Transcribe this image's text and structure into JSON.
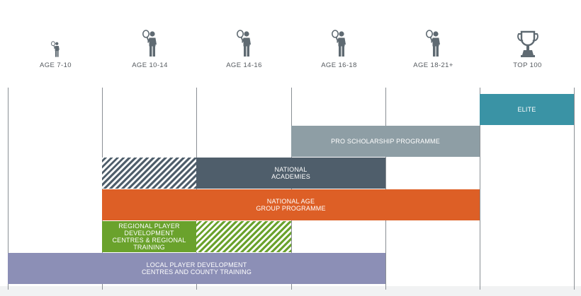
{
  "stages": [
    {
      "label": "AGE 7-10",
      "icon": "player-small-icon"
    },
    {
      "label": "AGE 10-14",
      "icon": "player-racket-icon"
    },
    {
      "label": "AGE 14-16",
      "icon": "player-racket-icon"
    },
    {
      "label": "AGE 16-18",
      "icon": "player-racket-icon"
    },
    {
      "label": "AGE 18-21+",
      "icon": "player-racket-icon"
    },
    {
      "label": "TOP 100",
      "icon": "trophy-icon"
    }
  ],
  "programmes": [
    {
      "label": "ELITE",
      "start": 5,
      "end": 6,
      "color": "#3a93a5"
    },
    {
      "label": "PRO SCHOLARSHIP PROGRAMME",
      "start": 3,
      "end": 5,
      "color": "#8e9ea5"
    },
    {
      "label": "NATIONAL\nACADEMIES",
      "start": 2,
      "end": 4,
      "color": "#4f5e6b",
      "hatch_start": 1,
      "hatch_end": 2
    },
    {
      "label": "NATIONAL AGE\nGROUP PROGRAMME",
      "start": 1,
      "end": 5,
      "color": "#dd5f26"
    },
    {
      "label": "REGIONAL PLAYER DEVELOPMENT\nCENTRES & REGIONAL TRAINING",
      "start": 1,
      "end": 2,
      "color": "#6aa22c",
      "hatch_start": 2,
      "hatch_end": 3
    },
    {
      "label": "LOCAL PLAYER DEVELOPMENT\nCENTRES AND COUNTY TRAINING",
      "start": 0,
      "end": 4,
      "color": "#8c8fb6"
    }
  ],
  "colors": {
    "icon": "#5f6a72",
    "label": "#555a5f",
    "divider": "#8a8f94"
  }
}
